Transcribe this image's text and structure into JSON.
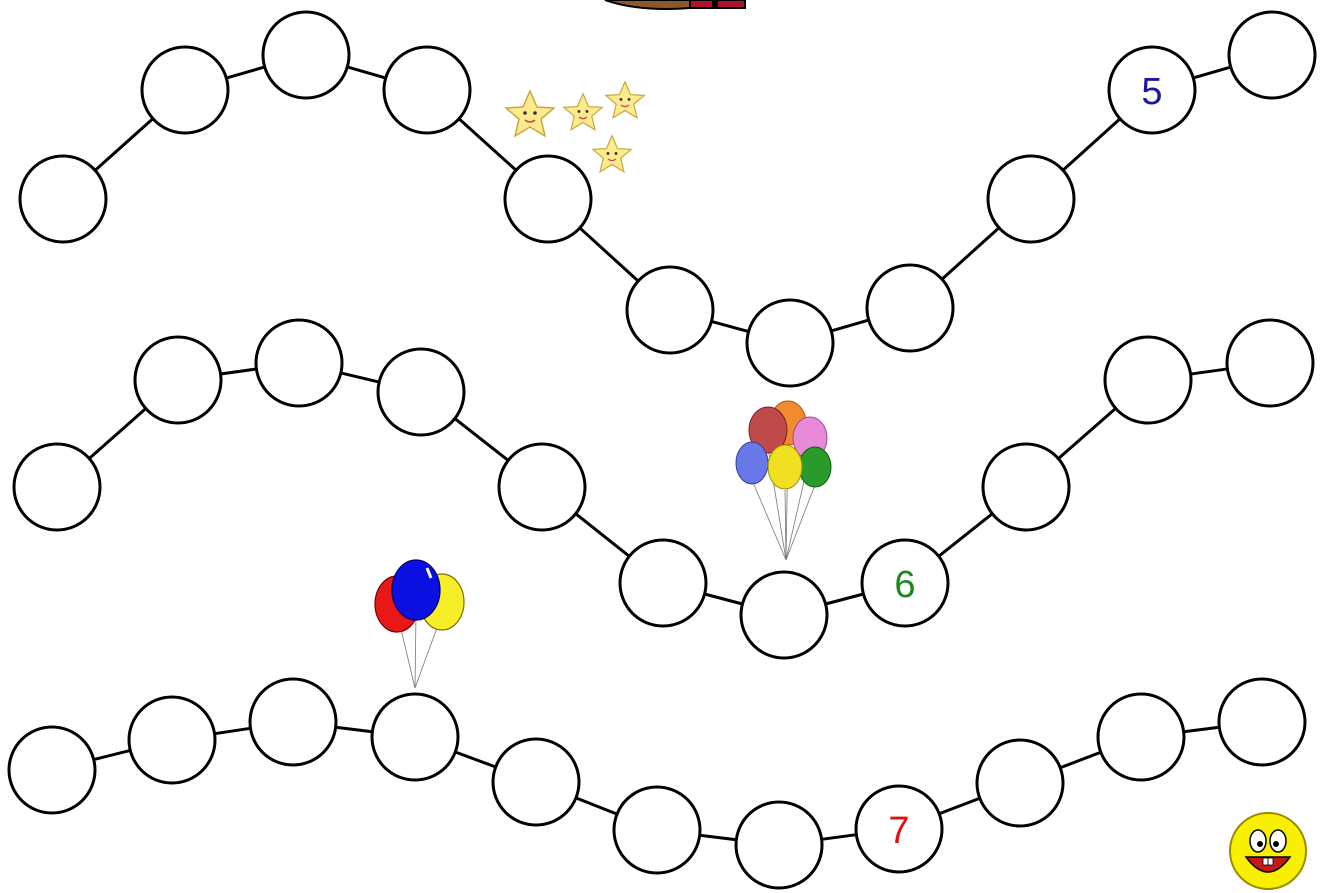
{
  "rows": [
    {
      "labels": {
        "9": "5"
      },
      "label_color": "#1a1aa0"
    },
    {
      "labels": {
        "7": "6"
      },
      "label_color": "#1a8a1a"
    },
    {
      "labels": {
        "7": "7"
      },
      "label_color": "#e01010"
    }
  ],
  "decorations": {
    "stars": "star-stickers",
    "balloons_large": "balloon-bunch-icon",
    "balloons_small": "balloon-trio-icon",
    "smiley": "smiley-face-icon"
  }
}
